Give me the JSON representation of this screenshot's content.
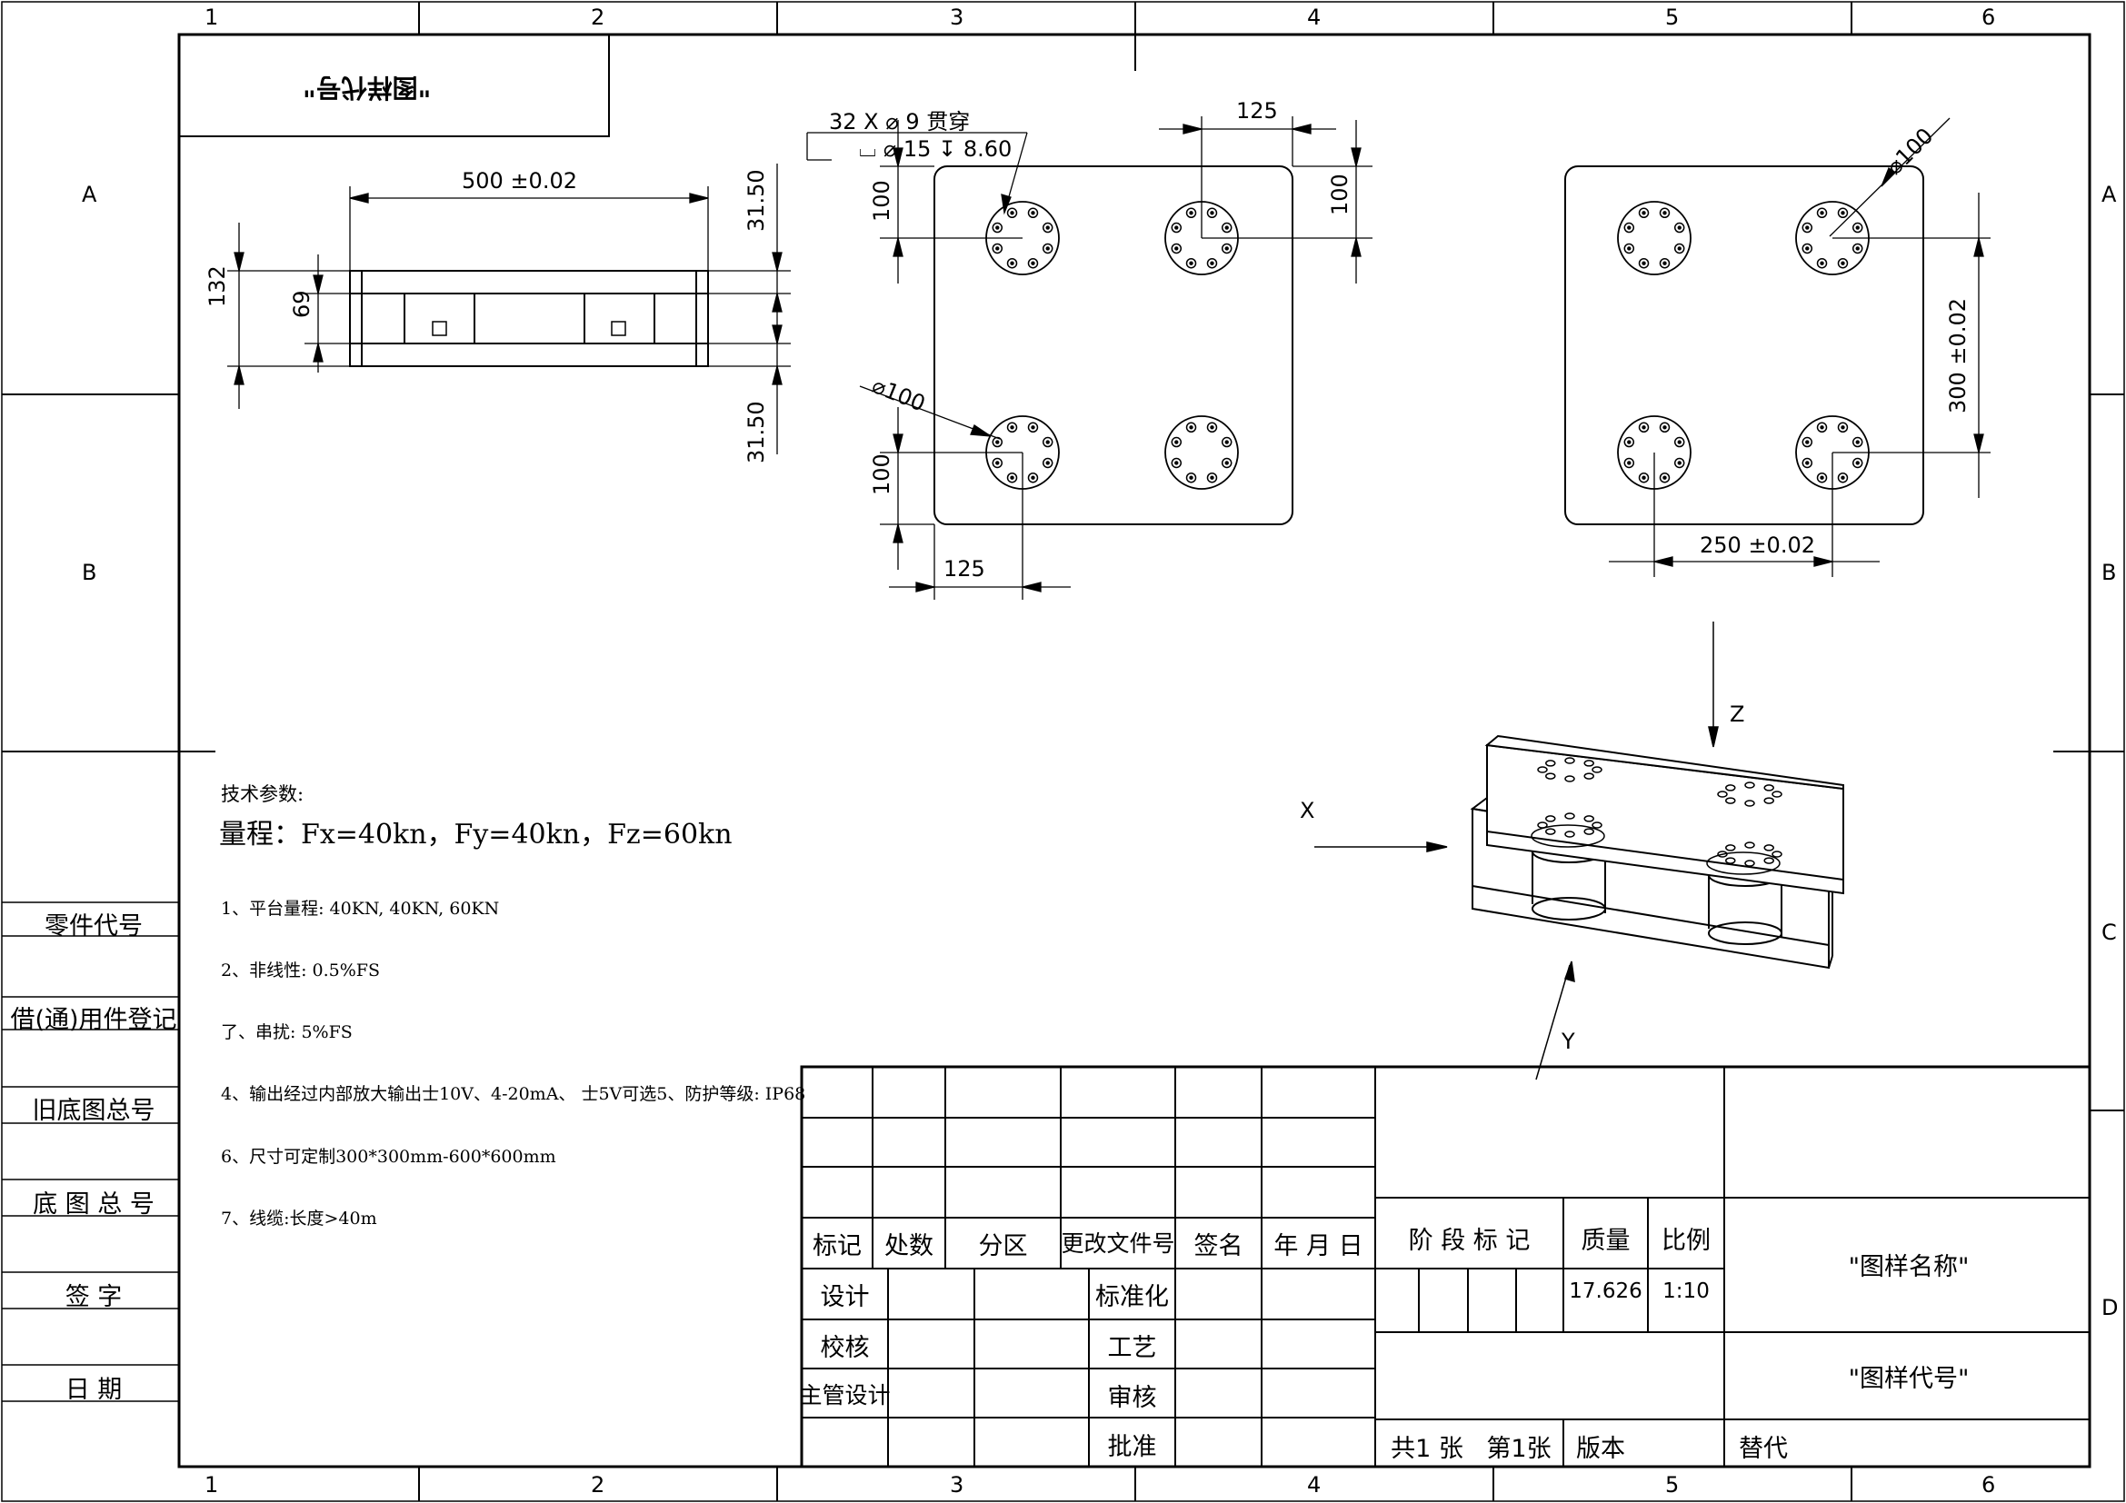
{
  "frame": {
    "columns": [
      "1",
      "2",
      "3",
      "4",
      "5",
      "6"
    ],
    "rows": [
      "A",
      "B",
      "C",
      "D"
    ]
  },
  "stamp": "\"图样代号\"",
  "side_block": [
    "零件代号",
    "借(通)用件登记",
    "旧底图总号",
    "底 图 总 号",
    "签 字",
    "日 期"
  ],
  "dimensions": {
    "side_view": {
      "width": "500 ±0.02",
      "height_total": "132",
      "height_inner": "69",
      "offset_top": "31.50",
      "offset_bottom": "31.50"
    },
    "top_view": {
      "hole_callout_1": "32 X ⌀ 9 贯穿",
      "hole_callout_2": "⌴ ⌀ 15 ↧ 8.60",
      "pitch_x_top": "125",
      "pitch_y_right": "100",
      "pitch_y_left_top": "100",
      "diameter_left": "⌀100",
      "pitch_y_left_bottom": "100",
      "pitch_x_bottom": "125"
    },
    "bottom_view": {
      "diameter": "⌀100",
      "pitch_y": "300 ±0.02",
      "pitch_x": "250 ±0.02"
    }
  },
  "iso_view": {
    "axis_x": "X",
    "axis_y": "Y",
    "axis_z": "Z"
  },
  "tech_notes": {
    "title": "技术参数:",
    "range": "量程：Fx=40kn，Fy=40kn，Fz=60kn",
    "items": [
      "1、平台量程: 40KN, 40KN, 60KN",
      "2、非线性: 0.5%FS",
      "了、串扰: 5%FS",
      "4、输出经过内部放大输出士10V、4-20mA、 士5V可选5、防护等级: IP68",
      "6、尺寸可定制300*300mm-600*600mm",
      "7、线缆:长度>40m"
    ]
  },
  "title_block": {
    "revision_headers": [
      "标记",
      "处数",
      "分区",
      "更改文件号",
      "签名",
      "年 月 日"
    ],
    "roles": [
      "设计",
      "校核",
      "主管设计",
      ""
    ],
    "roles_right": [
      "标准化",
      "工艺",
      "审核",
      "批准"
    ],
    "stage_label": "阶 段 标 记",
    "mass_label": "质量",
    "scale_label": "比例",
    "mass_value": "17.626",
    "scale_value": "1:10",
    "sheet_count": "共1 张",
    "sheet_no": "第1张",
    "version": "版本",
    "replace": "替代",
    "drawing_name": "\"图样名称\"",
    "drawing_code": "\"图样代号\""
  },
  "colors": {
    "line": "#000000",
    "background": "#ffffff"
  }
}
